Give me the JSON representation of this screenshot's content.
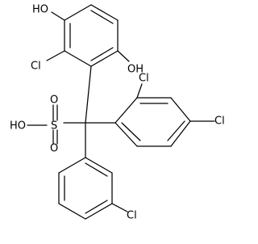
{
  "molecule": {
    "atom_labels": {
      "hydroxyl_top": "HO",
      "chloro_upper_ring": "Cl",
      "hydroxyl_right": "OH",
      "chloro_ortho": "Cl",
      "chloro_para": "Cl",
      "sulfonic_oxygen_top": "O",
      "sulfonic_oxygen_bottom": "O",
      "sulfonic_hydroxyl": "HO",
      "sulfur": "S",
      "chloro_meta": "Cl"
    }
  }
}
